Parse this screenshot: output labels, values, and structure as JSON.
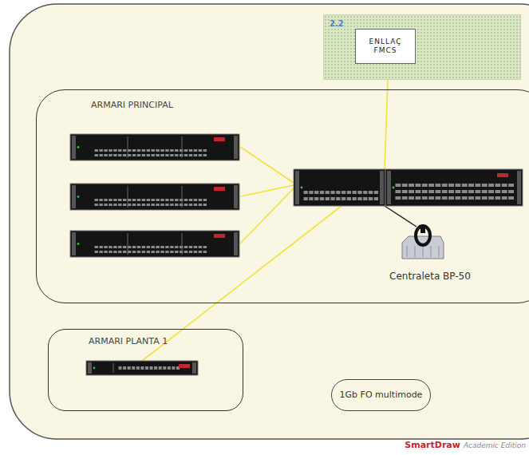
{
  "diagram": {
    "nodes": [
      {
        "text": [
          "2.2"
        ]
      },
      {
        "text": [
          "ENLLAÇ FMCS"
        ],
        "in": 0
      },
      {
        "text": [
          "ARMARI PRINCIPAL"
        ]
      },
      {
        "text": [
          "Centraleta BP-50"
        ],
        "in": 2
      },
      {
        "text": [
          "ARMARI PLANTA 1"
        ]
      },
      {
        "text": [
          "1Gb FO multimode"
        ]
      }
    ],
    "labels": [
      "SmartDraw",
      "Academic Edition"
    ]
  }
}
